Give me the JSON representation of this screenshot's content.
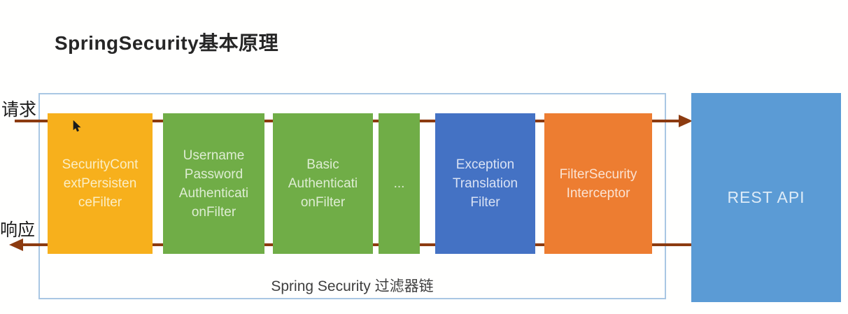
{
  "title": "SpringSecurity基本原理",
  "labels": {
    "request": "请求",
    "response": "响应",
    "chain_caption": "Spring Security 过滤器链",
    "rest_api": "REST API"
  },
  "filters": [
    {
      "lines": [
        "SecurityCont",
        "extPersisten",
        "ceFilter"
      ],
      "color": "#f7b01c"
    },
    {
      "lines": [
        "Username",
        "Password",
        "Authenticati",
        "onFilter"
      ],
      "color": "#70ad47"
    },
    {
      "lines": [
        "Basic",
        "Authenticati",
        "onFilter"
      ],
      "color": "#70ad47"
    },
    {
      "lines": [
        "..."
      ],
      "color": "#70ad47"
    },
    {
      "lines": [
        "Exception",
        "Translation",
        "Filter"
      ],
      "color": "#4472c4"
    },
    {
      "lines": [
        "FilterSecurity",
        "Interceptor"
      ],
      "color": "#ed7d31"
    }
  ],
  "rest_api_color": "#5b9bd5",
  "arrow_color": "#8c3b10",
  "container_border_color": "#a9c7e3"
}
